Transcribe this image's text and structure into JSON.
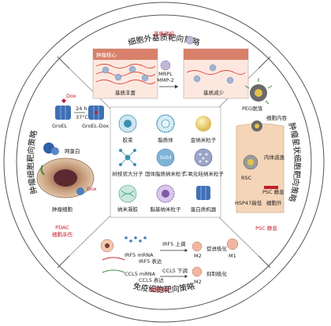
{
  "ring": {
    "top": "细胞外基质靶向策略",
    "right": "肿瘤星状细胞靶向策略",
    "bottom": "免疫细胞靶向策略",
    "left": "肿瘤细胞靶向策略"
  },
  "ecm": {
    "title": "基质调控",
    "tumor_core": "肿瘤核心",
    "rich": "基质丰富",
    "reduced": "基质减少",
    "enzyme1": "MRPL",
    "enzyme2": "MMP-2"
  },
  "tumor": {
    "dox": "Dox",
    "temp_top": "24 h",
    "temp_bottom": "37°C",
    "groel": "GroEL",
    "groel_dox": "GroEL-Dox",
    "network": "网蛋白",
    "cell": "肿瘤细胞",
    "dox2": "Dox",
    "kill1": "PDAC",
    "kill2": "细胞杀伤"
  },
  "psc": {
    "peg": "PEG脱落",
    "endocytosis": "细胞内吞",
    "escape": "内体逃逸",
    "rsc": "RSC",
    "psc_quiet": "PSC 静息",
    "hsp": "HSP47敲低",
    "matrix": "细胞外",
    "quiescence": "PSC 静息"
  },
  "immune": {
    "irf5": "IRF5 上调",
    "ccl5": "CCL5 下调",
    "polarize": "促进极化",
    "inhibit": "抑制极化",
    "m1": "M1",
    "m2": "M2",
    "m2b": "M2",
    "irf5_mrna": "IRF5 mRNA",
    "ccl5_mrna": "CCL5 mRNA",
    "irf5_ex": "IRF5 表达",
    "ccl5_ex": "CCL5 表达",
    "activate": "免疫激活"
  },
  "nano": {
    "micelle": "胶束",
    "liposome": "脂质体",
    "gold": "金纳米粒子",
    "dendrimer": "树枝状大分子",
    "solid": "固体脂质纳米粒子",
    "solid_word": "Solid",
    "silica": "二氧化硅纳米粒子",
    "gel": "纳米凝胶",
    "lipid_np": "脂基纳米粒子",
    "protein": "蛋白质机器"
  }
}
